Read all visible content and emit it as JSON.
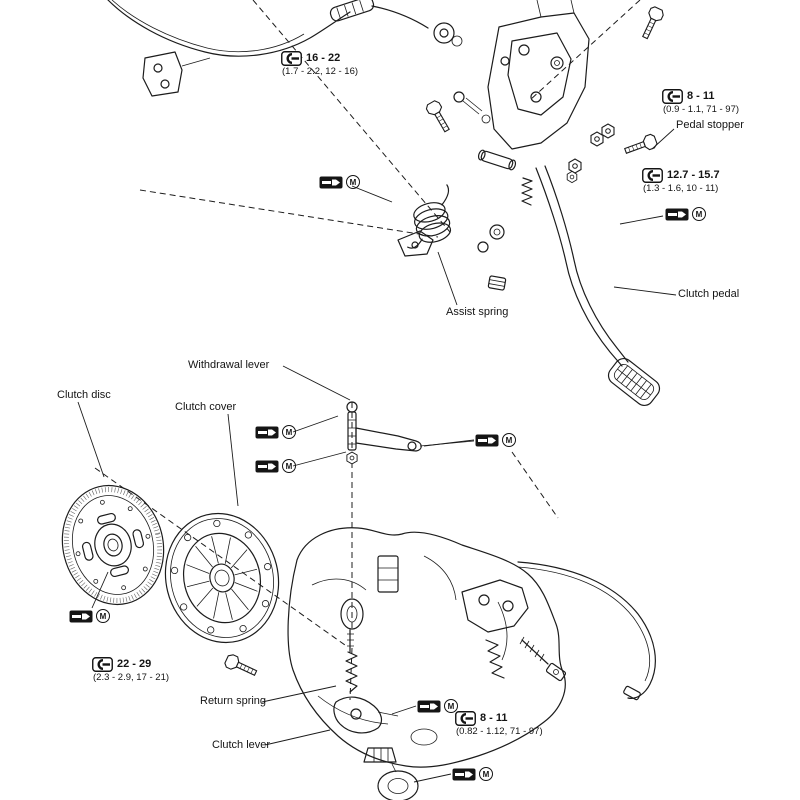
{
  "figure": {
    "background_color": "#ffffff",
    "line_color": "#1c1c1c"
  },
  "labels": {
    "pedal_stopper": "Pedal stopper",
    "clutch_pedal": "Clutch pedal",
    "assist_spring": "Assist spring",
    "withdrawal_lever": "Withdrawal lever",
    "clutch_disc": "Clutch disc",
    "clutch_cover": "Clutch cover",
    "return_spring": "Return spring",
    "clutch_lever": "Clutch lever"
  },
  "torque_specs": [
    {
      "value": "16 - 22",
      "detail": "(1.7 - 2.2, 12 - 16)"
    },
    {
      "value": "8 - 11",
      "detail": "(0.9 - 1.1, 71 - 97)"
    },
    {
      "value": "12.7 - 15.7",
      "detail": "(1.3 - 1.6, 10 - 11)"
    },
    {
      "value": "22 - 29",
      "detail": "(2.3 - 2.9, 17 - 21)"
    },
    {
      "value": "8 - 11",
      "detail": "(0.82 - 1.12, 71 - 97)"
    }
  ],
  "grease_marks": [
    {
      "letter": "M"
    },
    {
      "letter": "M"
    },
    {
      "letter": "M"
    },
    {
      "letter": "M"
    },
    {
      "letter": "M"
    },
    {
      "letter": "M"
    },
    {
      "letter": "M"
    },
    {
      "letter": "M"
    }
  ]
}
